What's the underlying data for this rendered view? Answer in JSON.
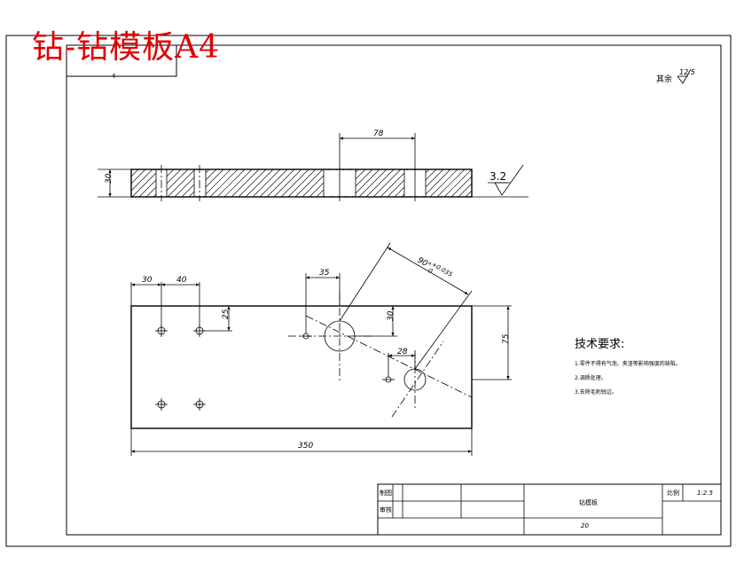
{
  "title_overlay": "钻-钻模板A4",
  "corner_label": "4",
  "roughness": {
    "other_label": "其余",
    "other_value": "12.5",
    "surface_value": "3.2"
  },
  "section_view": {
    "dim_top": "78",
    "dim_height": "30"
  },
  "plan_view": {
    "dim_30": "30",
    "dim_40": "40",
    "dim_25_left": "25",
    "dim_35": "35",
    "dim_30_right": "30",
    "dim_angle": "90°",
    "dim_tol_upper": "+0.035",
    "dim_tol_lower": "0",
    "dim_28": "28",
    "dim_75": "75",
    "dim_350": "350"
  },
  "tech_requirements": {
    "heading": "技术要求:",
    "items": [
      "1.零件不得有气泡、夹渣等影响强度的缺陷。",
      "2.调质处理。",
      "3.去除毛刺锐边。"
    ]
  },
  "title_block": {
    "row1_label": "制图",
    "row2_label": "审核",
    "part_name": "钻模板",
    "scale_label": "比例",
    "scale_value": "1:2.5",
    "bottom_value": "20"
  }
}
